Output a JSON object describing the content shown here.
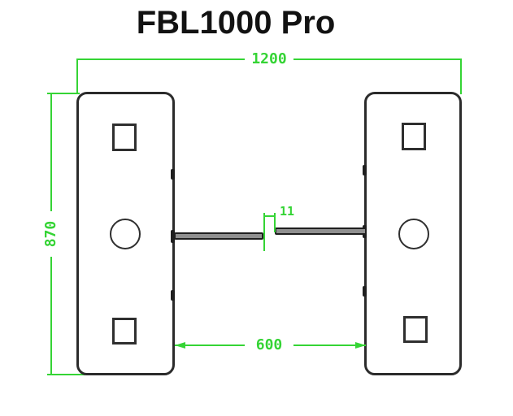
{
  "title": "FBL1000 Pro",
  "drawing": {
    "dimensions": {
      "overall_width": "1200",
      "overall_depth": "870",
      "passage_width": "600",
      "flap_gap": "11"
    },
    "colors": {
      "dimension_line": "#35d435",
      "outline": "#2b2b2b"
    }
  }
}
